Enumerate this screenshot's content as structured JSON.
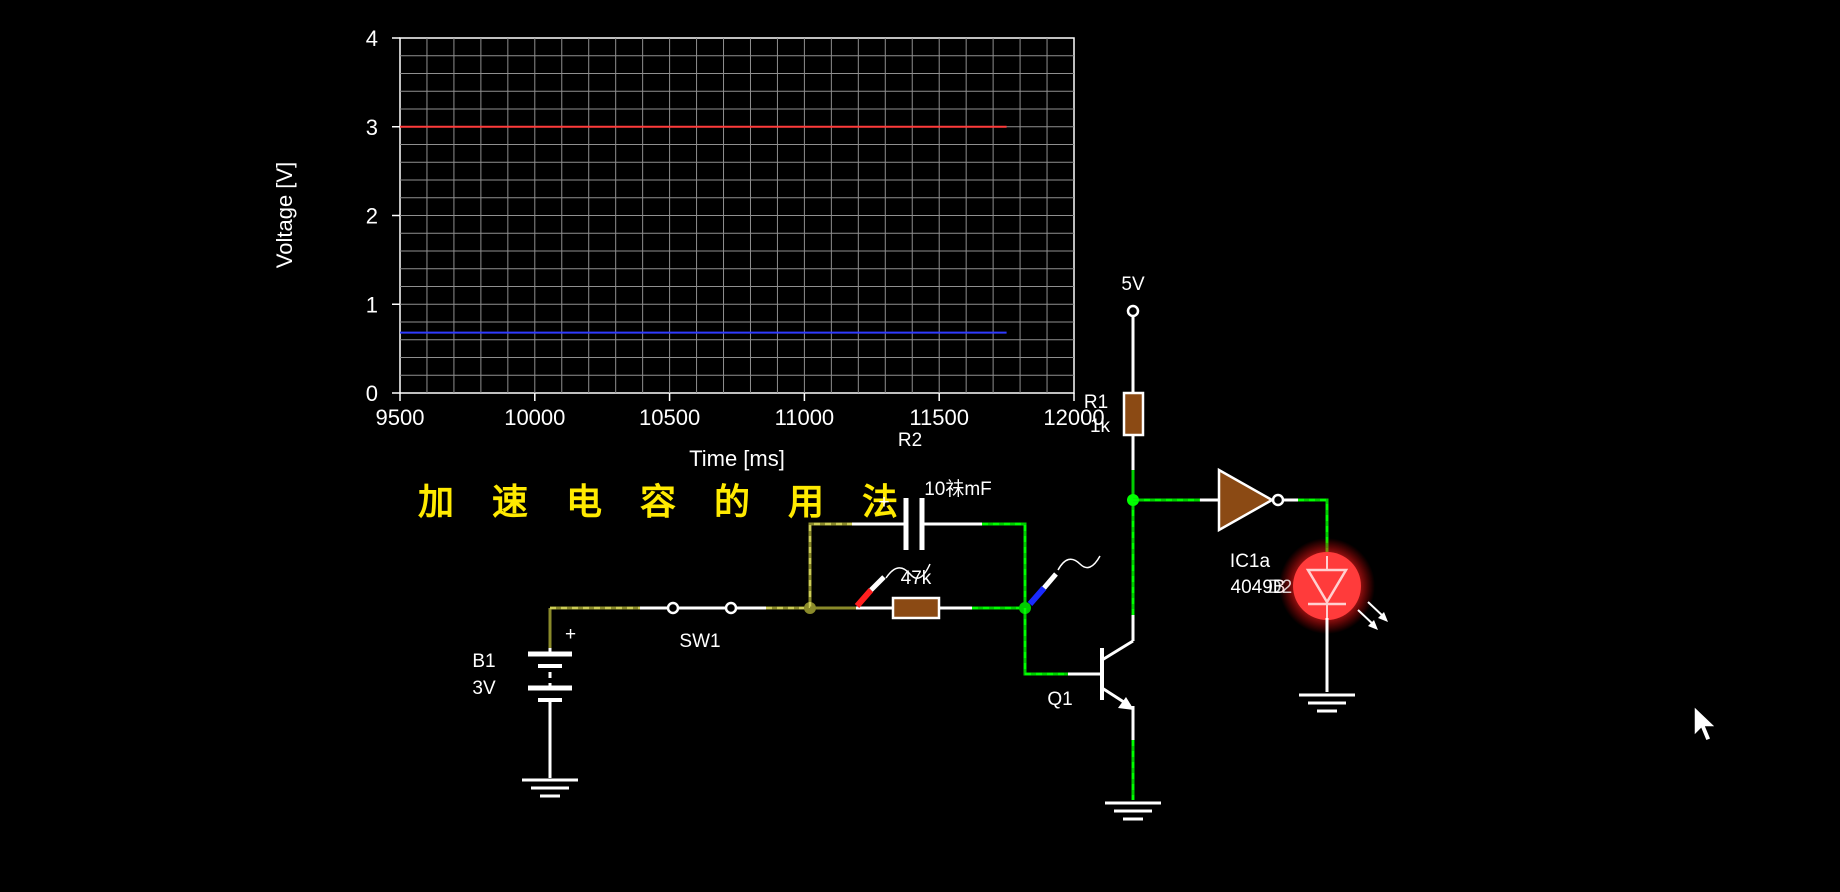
{
  "chart_data": {
    "type": "line",
    "xlabel": "Time [ms]",
    "ylabel": "Voltage [V]",
    "xlim": [
      9500,
      12000
    ],
    "ylim": [
      0,
      4
    ],
    "x_ticks": [
      "9500",
      "10000",
      "10500",
      "11000",
      "11500",
      "12000"
    ],
    "y_ticks": [
      "0",
      "1",
      "2",
      "3",
      "4"
    ],
    "grid": true,
    "series": [
      {
        "color": "#ff3b3b",
        "x": [
          9500,
          11750
        ],
        "values": [
          3.0,
          3.0
        ]
      },
      {
        "color": "#2f3bff",
        "x": [
          9500,
          11750
        ],
        "values": [
          0.68,
          0.68
        ]
      }
    ]
  },
  "page_title": "加 速 电 容 的 用 法",
  "components": {
    "battery": {
      "name": "B1",
      "value": "3V"
    },
    "switch": {
      "name": "SW1"
    },
    "capacitor": {
      "value": "10祙mF",
      "polarity": "+"
    },
    "r2": {
      "name": "R2",
      "value": "47k"
    },
    "r1": {
      "name": "R1",
      "value": "1k"
    },
    "supply": {
      "label": "5V"
    },
    "transistor": {
      "name": "Q1"
    },
    "inverter": {
      "name": "IC1a",
      "value": "4049B"
    },
    "led": {
      "name": "D2"
    }
  },
  "colors": {
    "background": "#000000",
    "wire": "#ffffff",
    "active_wire": "#00cc00",
    "mid_wire": "#8a8a2a",
    "component_body": "#8b4a14",
    "led_glow": "#ff3030",
    "title": "#ffea00"
  }
}
